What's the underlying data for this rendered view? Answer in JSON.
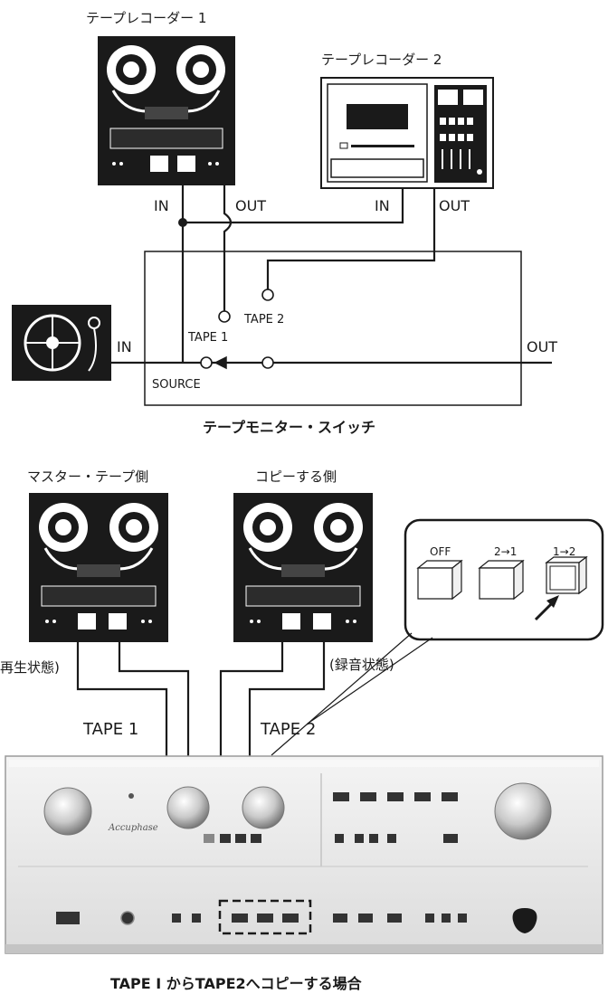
{
  "top_diagram": {
    "recorder1_label": "テープレコーダー 1",
    "recorder2_label": "テープレコーダー 2",
    "rec1_in": "IN",
    "rec1_out": "OUT",
    "rec2_in": "IN",
    "rec2_out": "OUT",
    "turntable_in": "IN",
    "switch_out": "OUT",
    "tape1_terminal": "TAPE 1",
    "tape2_terminal": "TAPE 2",
    "source_terminal": "SOURCE",
    "caption": "テープモニター・スイッチ"
  },
  "bottom_diagram": {
    "master_label": "マスター・テープ側",
    "copy_label": "コピーする側",
    "playback_state": "再生状態)",
    "record_state": "(録音状態)",
    "tape1_cable": "TAPE 1",
    "tape2_cable": "TAPE 2",
    "switch_off": "OFF",
    "switch_2to1": "2→1",
    "switch_1to2": "1→2",
    "brand_script": "Accuphase",
    "caption": "TAPE I からTAPE2へコピーする場合"
  },
  "colors": {
    "ink": "#1a1a1a",
    "panel": "#ececec",
    "panel_edge": "#b8b8b8"
  }
}
